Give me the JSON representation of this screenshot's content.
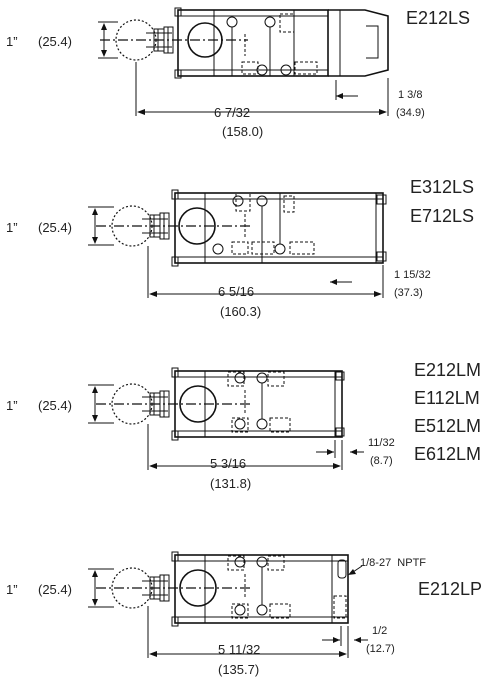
{
  "views": [
    {
      "models": [
        "E212LS"
      ],
      "roller_diameter": "1”",
      "roller_diameter_mm": "(25.4)",
      "overall_length": "6 7/32",
      "overall_length_mm": "(158.0)",
      "end_dimension": "1 3/8",
      "end_dimension_mm": "(34.9)"
    },
    {
      "models": [
        "E312LS",
        "E712LS"
      ],
      "roller_diameter": "1”",
      "roller_diameter_mm": "(25.4)",
      "overall_length": "6 5/16",
      "overall_length_mm": "(160.3)",
      "end_dimension": "1 15/32",
      "end_dimension_mm": "(37.3)"
    },
    {
      "models": [
        "E212LM",
        "E112LM",
        "E512LM",
        "E612LM"
      ],
      "roller_diameter": "1”",
      "roller_diameter_mm": "(25.4)",
      "overall_length": "5 3/16",
      "overall_length_mm": "(131.8)",
      "end_dimension": "11/32",
      "end_dimension_mm": "(8.7)"
    },
    {
      "models": [
        "E212LP"
      ],
      "roller_diameter": "1”",
      "roller_diameter_mm": "(25.4)",
      "overall_length": "5 11/32",
      "overall_length_mm": "(135.7)",
      "end_dimension": "1/2",
      "end_dimension_mm": "(12.7)",
      "port_note": "1/8-27  NPTF"
    }
  ]
}
